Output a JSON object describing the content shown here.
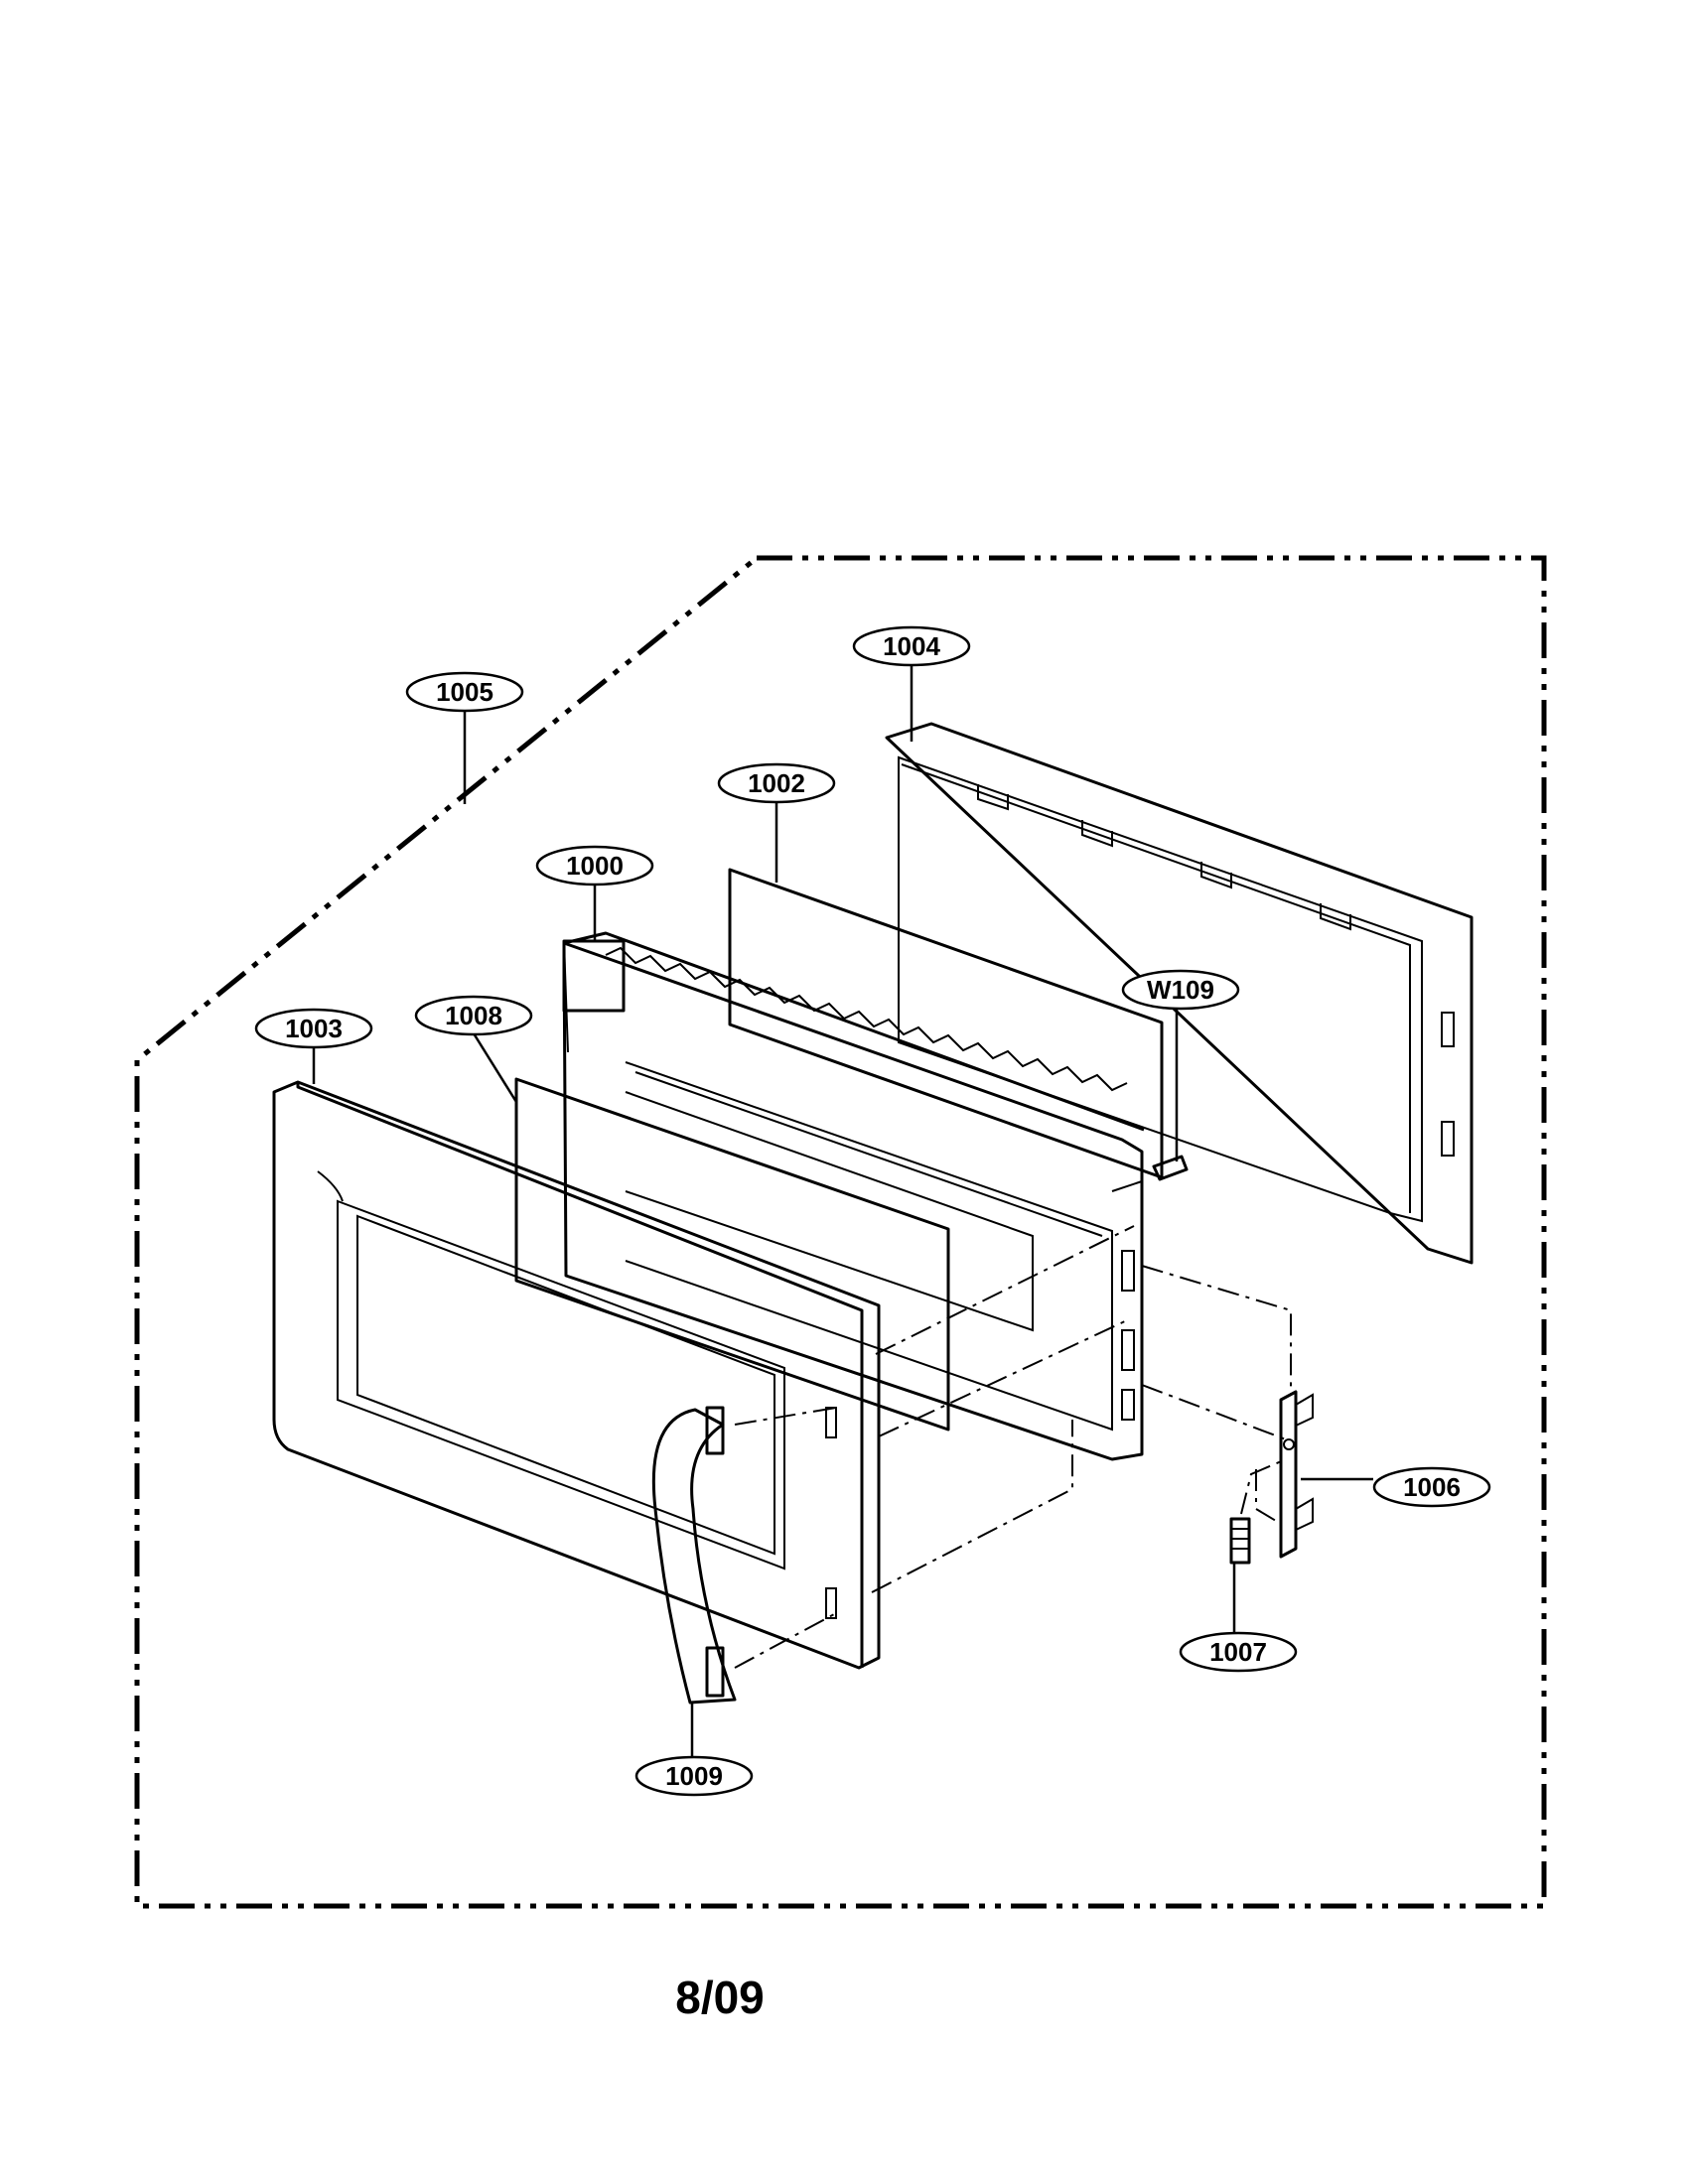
{
  "diagram": {
    "callouts": [
      {
        "id": "c1005",
        "label": "1005"
      },
      {
        "id": "c1004",
        "label": "1004"
      },
      {
        "id": "c1002",
        "label": "1002"
      },
      {
        "id": "c1000",
        "label": "1000"
      },
      {
        "id": "cW109",
        "label": "W109"
      },
      {
        "id": "c1008",
        "label": "1008"
      },
      {
        "id": "c1003",
        "label": "1003"
      },
      {
        "id": "c1006",
        "label": "1006"
      },
      {
        "id": "c1007",
        "label": "1007"
      },
      {
        "id": "c1009",
        "label": "1009"
      }
    ]
  },
  "footer": {
    "date_code": "8/09"
  }
}
